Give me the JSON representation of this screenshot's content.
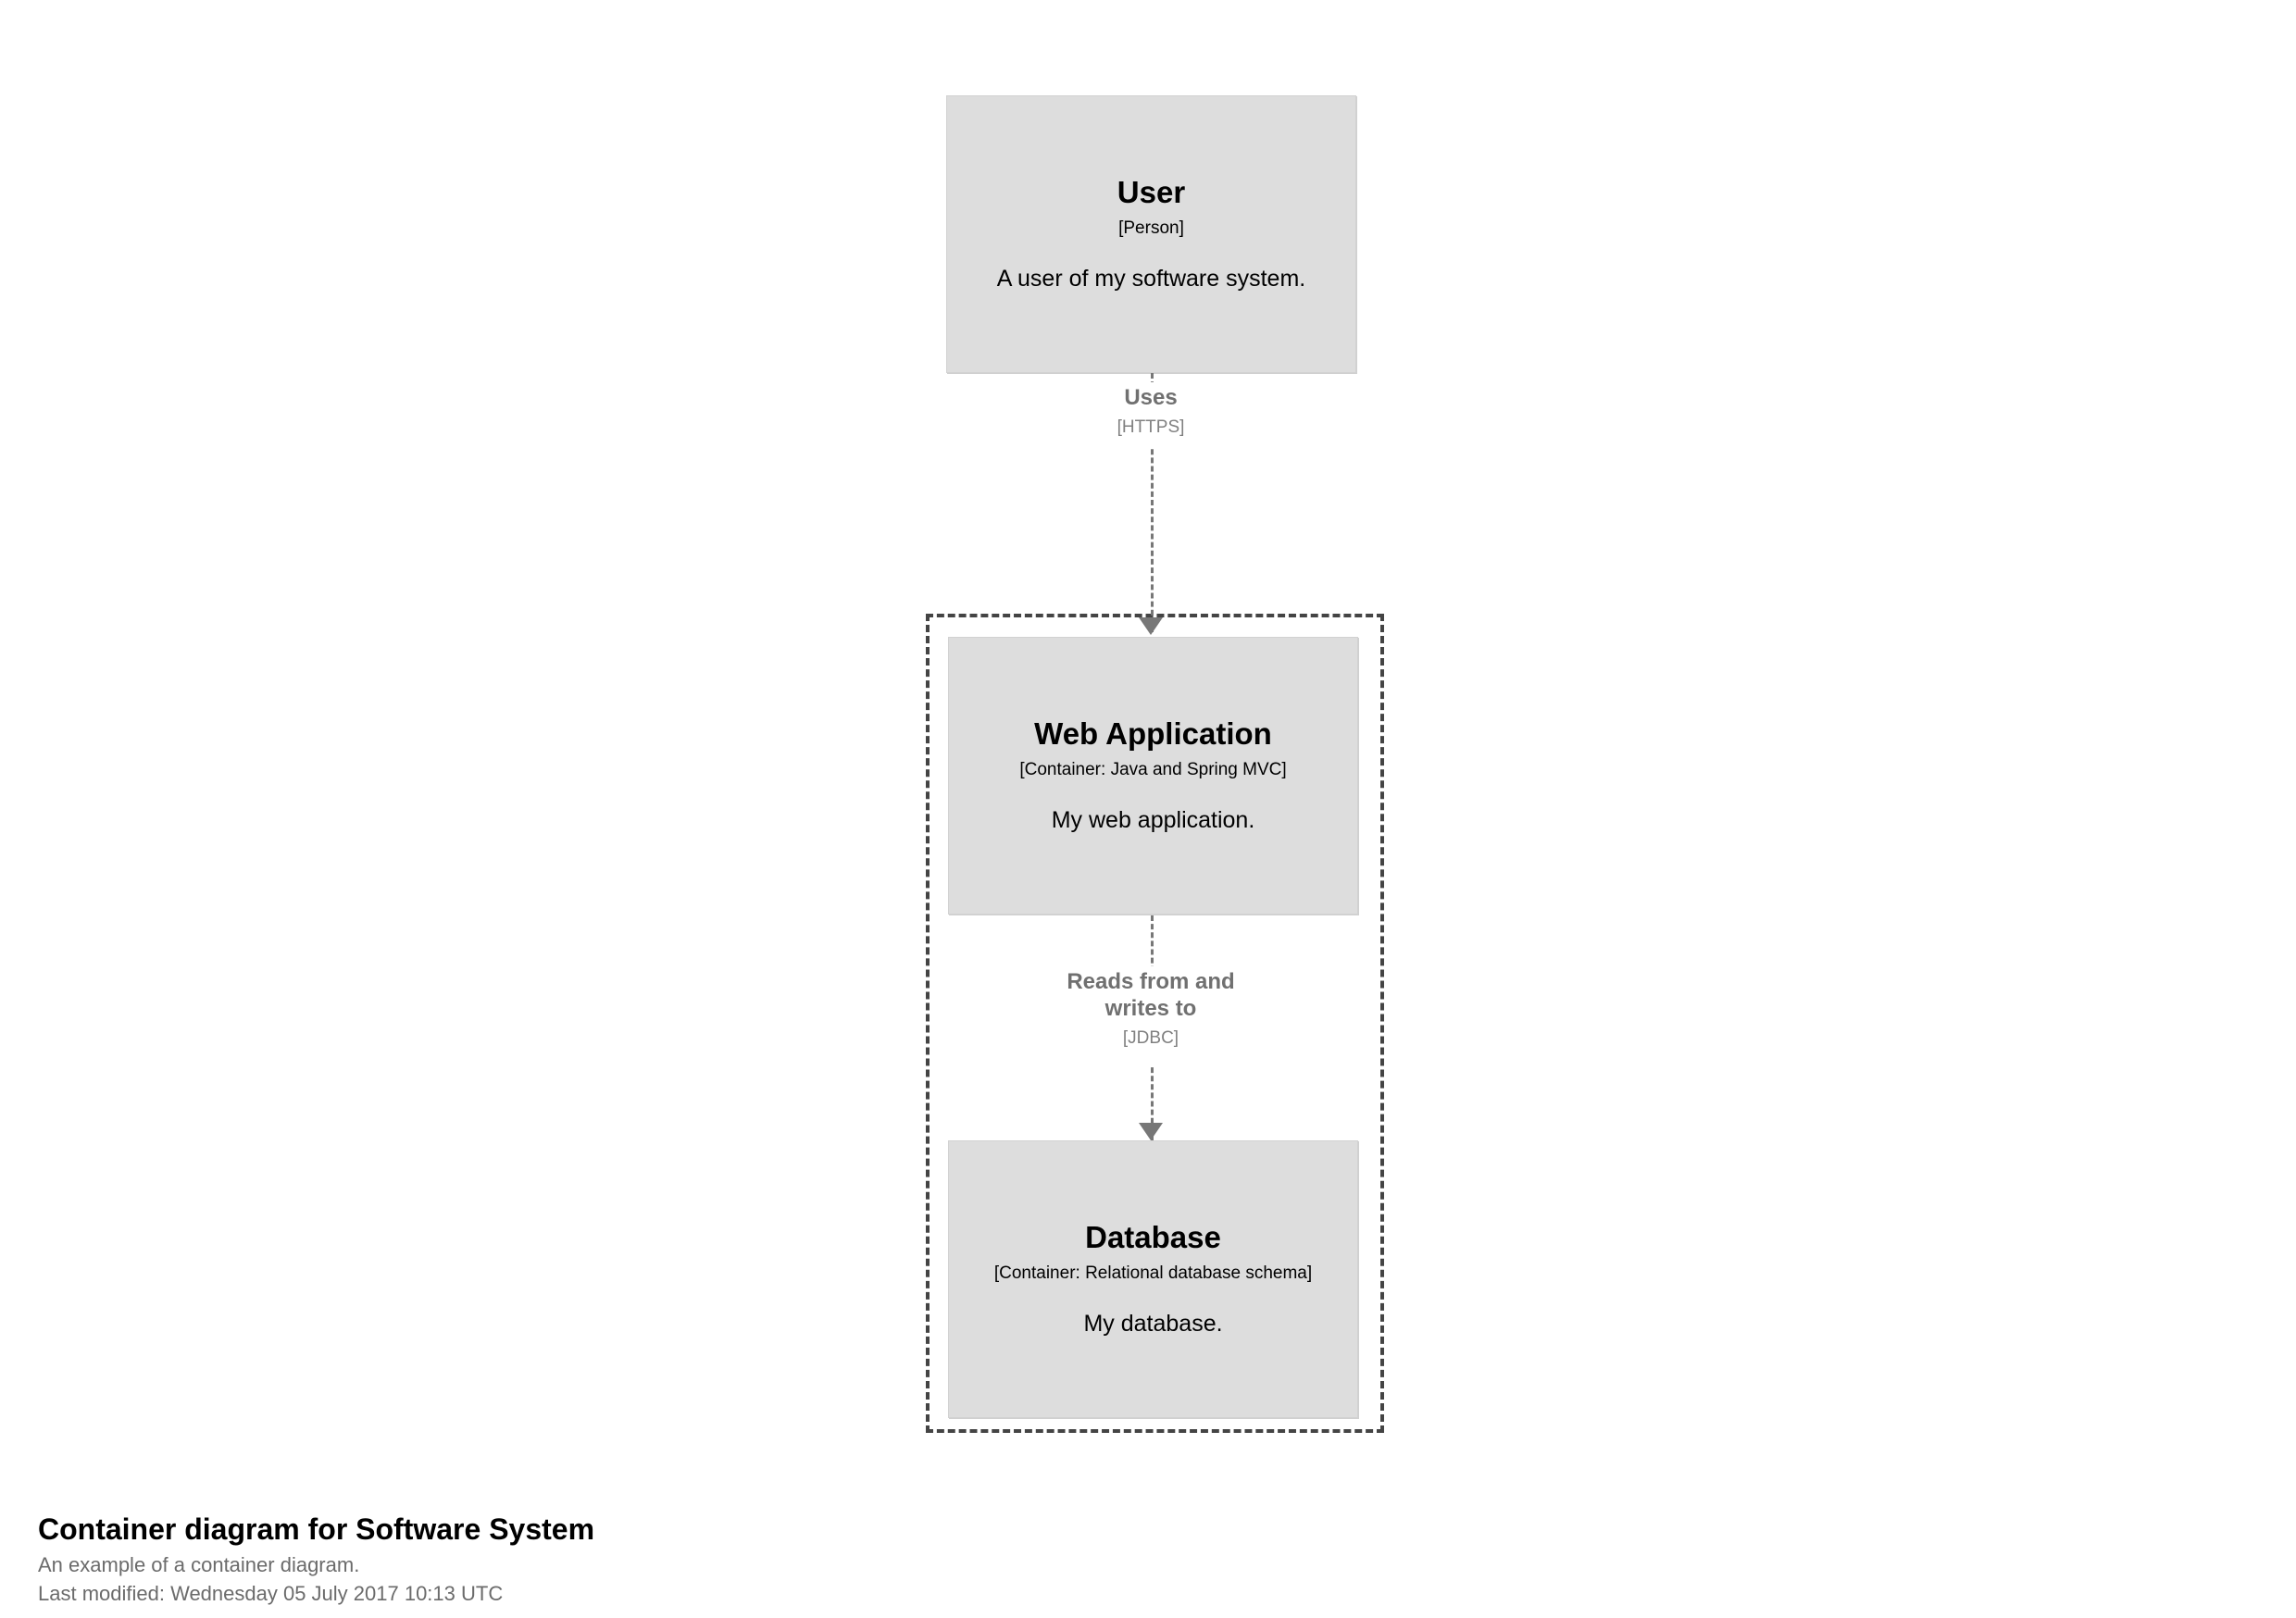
{
  "diagram": {
    "kind": "c4-container-diagram",
    "background_color": "#ffffff",
    "element_fill_color": "#dddddd",
    "element_text_color": "#000000",
    "boundary_border_color": "#444444",
    "relationship_color": "#777777",
    "relationship_label_color": "#707070"
  },
  "nodes": {
    "user": {
      "name": "User",
      "type": "[Person]",
      "description": "A user of my software system."
    },
    "webapp": {
      "name": "Web Application",
      "type": "[Container: Java and Spring MVC]",
      "description": "My web application."
    },
    "database": {
      "name": "Database",
      "type": "[Container: Relational database schema]",
      "description": "My database."
    }
  },
  "relationships": {
    "uses": {
      "description": "Uses",
      "technology": "[HTTPS]",
      "from": "User",
      "to": "Web Application"
    },
    "reads_writes": {
      "description": "Reads from and\nwrites to",
      "technology": "[JDBC]",
      "from": "Web Application",
      "to": "Database"
    }
  },
  "caption": {
    "title": "Container diagram for Software System",
    "subtitle": "An example of a container diagram.",
    "last_modified": "Last modified: Wednesday 05 July 2017 10:13 UTC"
  }
}
